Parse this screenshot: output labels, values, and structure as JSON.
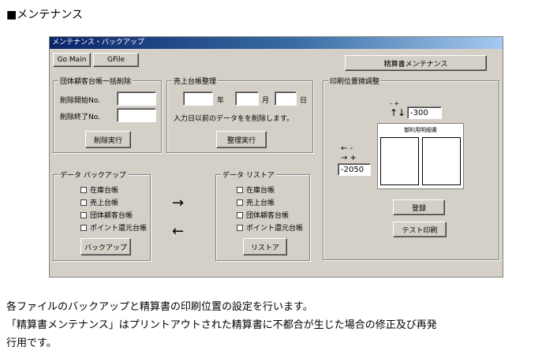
{
  "page": {
    "heading": "■メンテナンス",
    "desc_line1": "各ファイルのバックアップと精算書の印刷位置の設定を行います。",
    "desc_line2": "「精算書メンテナンス」はプリントアウトされた精算書に不都合が生じた場合の修正及び再発",
    "desc_line3": "行用です。"
  },
  "window": {
    "title": "メンテナンス・バックアップ",
    "go_main_label": "Go Main",
    "gfile_label": "GFile",
    "statement_maint_label": "精算書メンテナンス"
  },
  "group_delete": {
    "title": "団体顧客台帳一括削除",
    "start_label": "削除開始No.",
    "end_label": "削除終了No.",
    "start_value": "",
    "end_value": "",
    "execute_label": "削除実行"
  },
  "group_sales": {
    "title": "売上台帳整理",
    "year_label": "年",
    "month_label": "月",
    "day_label": "日",
    "year_value": "",
    "month_value": "",
    "day_value": "",
    "note": "入力日以前のデータをを削除します。",
    "execute_label": "整理実行"
  },
  "group_backup": {
    "title": "データ バックアップ",
    "items": [
      "在庫台帳",
      "売上台帳",
      "団体顧客台帳",
      "ポイント還元台帳"
    ],
    "button_label": "バックアップ"
  },
  "group_restore": {
    "title": "データ リストア",
    "items": [
      "在庫台帳",
      "売上台帳",
      "団体顧客台帳",
      "ポイント還元台帳"
    ],
    "button_label": "リストア"
  },
  "arrows": {
    "right": "→",
    "left": "←"
  },
  "group_print": {
    "title": "印刷位置微調整",
    "vertical_arrows": "↑↓",
    "vertical_signs": "- +",
    "vertical_value": "-300",
    "horizontal_arrows_top": "←  -",
    "horizontal_arrows_bottom": "→  +",
    "horizontal_value": "-2050",
    "preview_title": "御利用明細書",
    "register_label": "登録",
    "test_print_label": "テスト印刷"
  }
}
